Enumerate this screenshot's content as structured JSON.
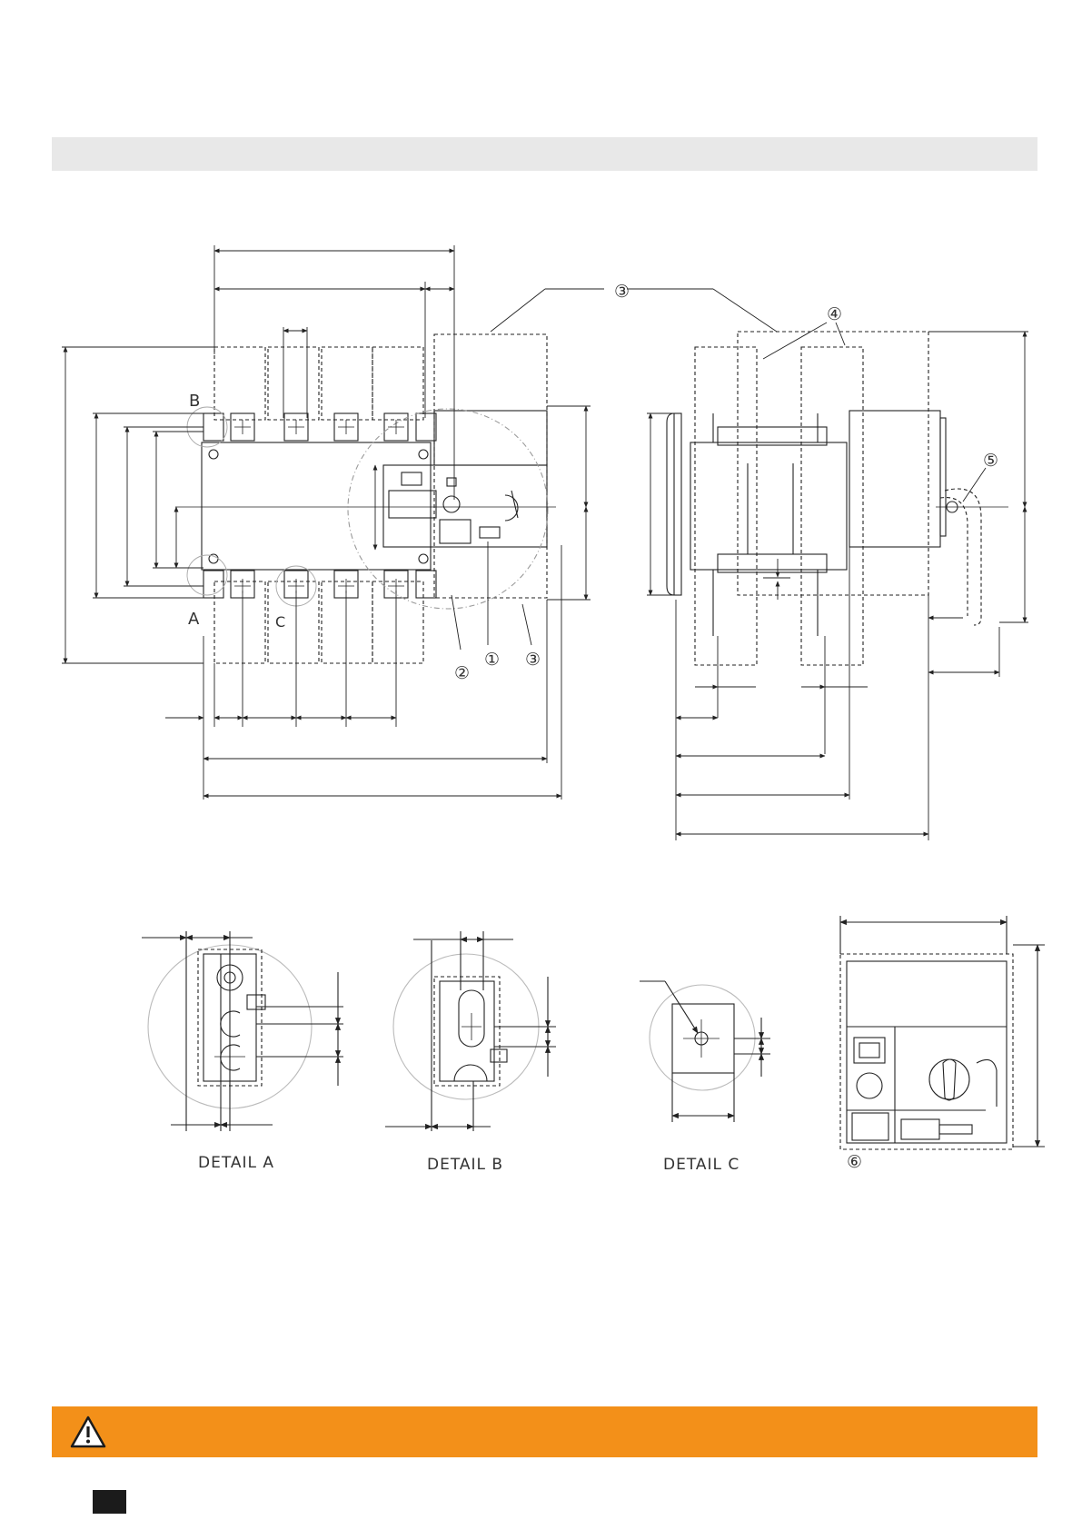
{
  "header": {
    "bar_color": "#e8e8e8"
  },
  "callouts": {
    "c1": "①",
    "c2": "②",
    "c3": "③",
    "c4": "④",
    "c5": "⑤",
    "c6": "⑥"
  },
  "views": {
    "front": {
      "label_a": "A",
      "label_b": "B",
      "label_c": "C"
    }
  },
  "details": {
    "a": "DETAIL  A",
    "b": "DETAIL  B",
    "c": "DETAIL  C"
  },
  "warning": {
    "bar_color": "#f39019",
    "icon": "warning-triangle-icon"
  },
  "footer": {
    "marker_color": "#1b1b1b"
  }
}
